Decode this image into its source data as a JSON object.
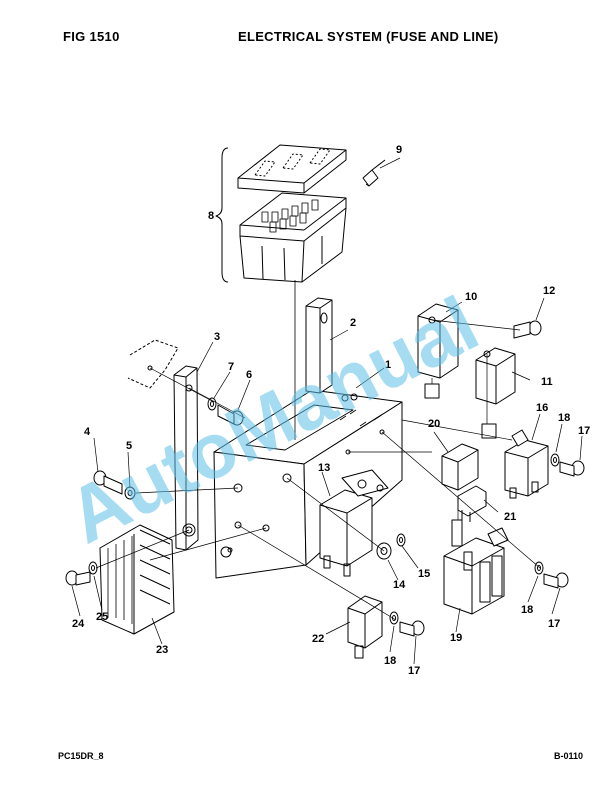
{
  "header": {
    "fig_label": "FIG    1510",
    "title": "ELECTRICAL SYSTEM (FUSE AND LINE)"
  },
  "footer": {
    "left_code": "PC15DR_8",
    "right_code": "B-0110"
  },
  "watermark": {
    "text": "AutoManual",
    "color": "#5bbfe8"
  },
  "callouts": {
    "c1": "1",
    "c2": "2",
    "c3": "3",
    "c4": "4",
    "c5": "5",
    "c6": "6",
    "c7": "7",
    "c8": "8",
    "c9": "9",
    "c10": "10",
    "c11": "11",
    "c12": "12",
    "c13": "13",
    "c14": "14",
    "c15": "15",
    "c16": "16",
    "c17a": "17",
    "c17b": "17",
    "c17c": "17",
    "c18a": "18",
    "c18b": "18",
    "c18c": "18",
    "c19": "19",
    "c20": "20",
    "c21": "21",
    "c22": "22",
    "c23": "23",
    "c24": "24",
    "c25": "25"
  }
}
